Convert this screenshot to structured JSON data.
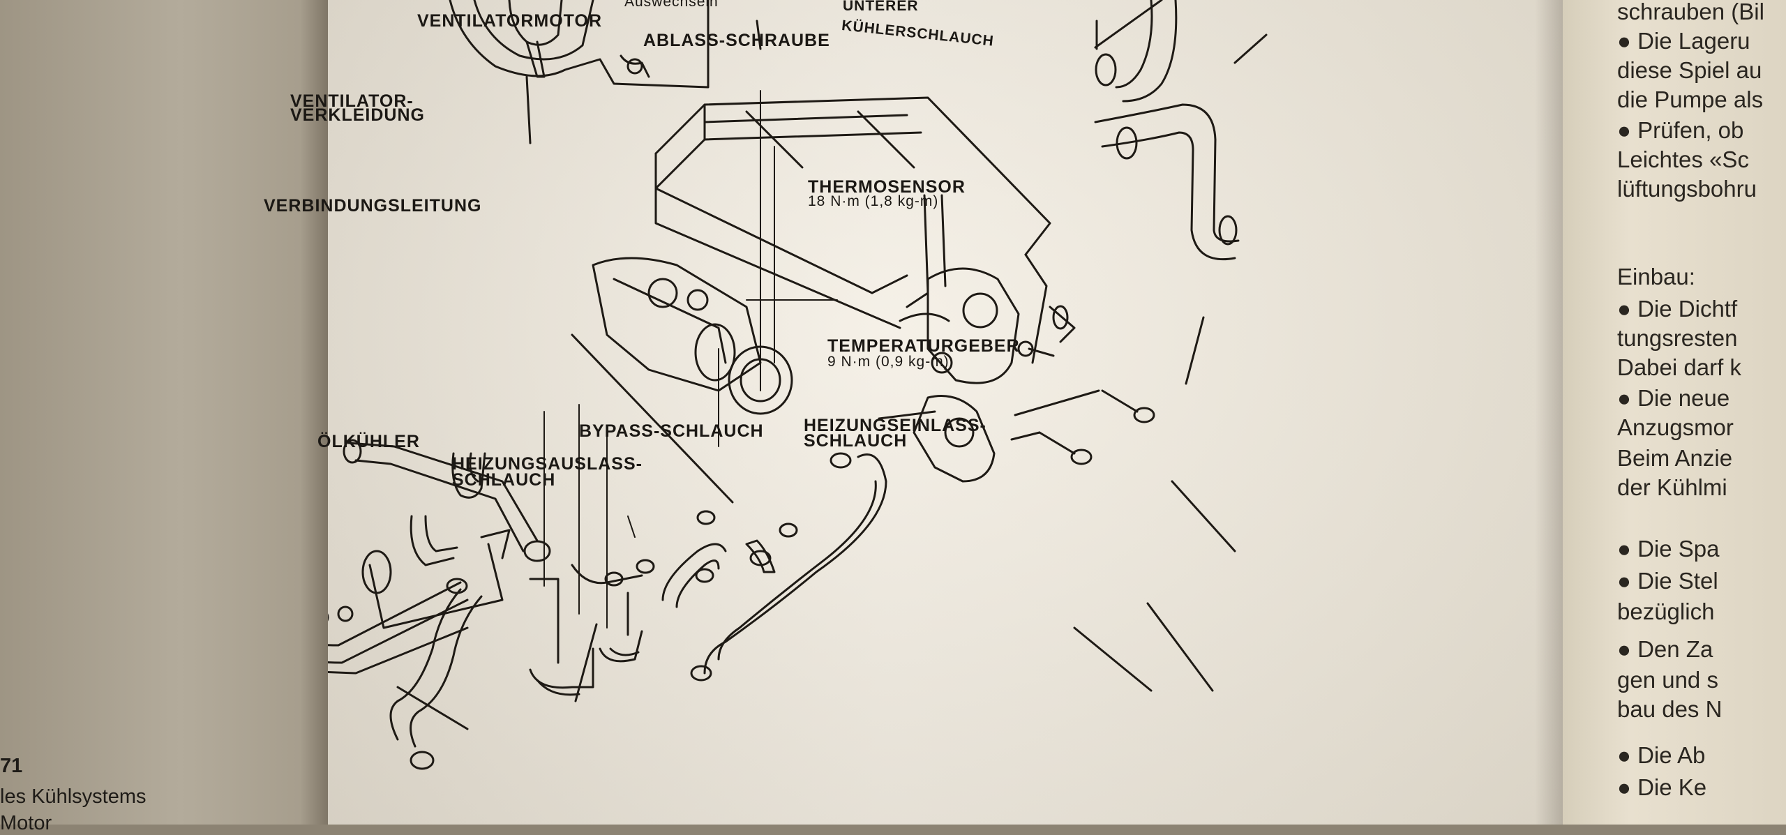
{
  "left_page": {
    "page_number": "71",
    "line1": "les Kühlsystems",
    "line2": "Motor"
  },
  "diagram": {
    "labels": {
      "ventilatormotor": "VENTILATORMOTOR",
      "auswechseln": "Auswechseln",
      "ablass_schraube": "ABLASS-SCHRAUBE",
      "unterer_kuehlerschlauch_1": "UNTERER",
      "unterer_kuehlerschlauch_2": "KÜHLERSCHLAUCH",
      "ventilator_verkleidung_1": "VENTILATOR-",
      "ventilator_verkleidung_2": "VERKLEIDUNG",
      "verbindungsleitung": "VERBINDUNGSLEITUNG",
      "thermosensor": "THERMOSENSOR",
      "thermosensor_torque": "18 N·m (1,8 kg-m)",
      "temperaturgeber": "TEMPERATURGEBER",
      "temperaturgeber_torque": "9 N·m (0,9 kg-m)",
      "oelkuehler": "ÖLKÜHLER",
      "bypass_schlauch": "BYPASS-SCHLAUCH",
      "heizungseinlass_1": "HEIZUNGSEINLASS-",
      "heizungseinlass_2": "SCHLAUCH",
      "heizungsauslass_1": "HEIZUNGSAUSLASS-",
      "heizungsauslass_2": "SCHLAUCH"
    }
  },
  "right_page": {
    "lines": [
      "schrauben (Bil",
      "● Die Lageru",
      "diese Spiel au",
      "die Pumpe als",
      "● Prüfen, ob",
      "Leichtes «Sc",
      "lüftungsbohru",
      "",
      "Einbau:",
      "● Die Dichtf",
      "tungsresten",
      "Dabei darf k",
      "● Die neue",
      "Anzugsmor",
      "Beim Anzie",
      "der Kühlmi",
      "● Die Spa",
      "● Die Stel",
      "bezüglich",
      "● Den Za",
      "gen und s",
      "bau des N",
      "● Die Ab",
      "● Die Ke"
    ]
  }
}
